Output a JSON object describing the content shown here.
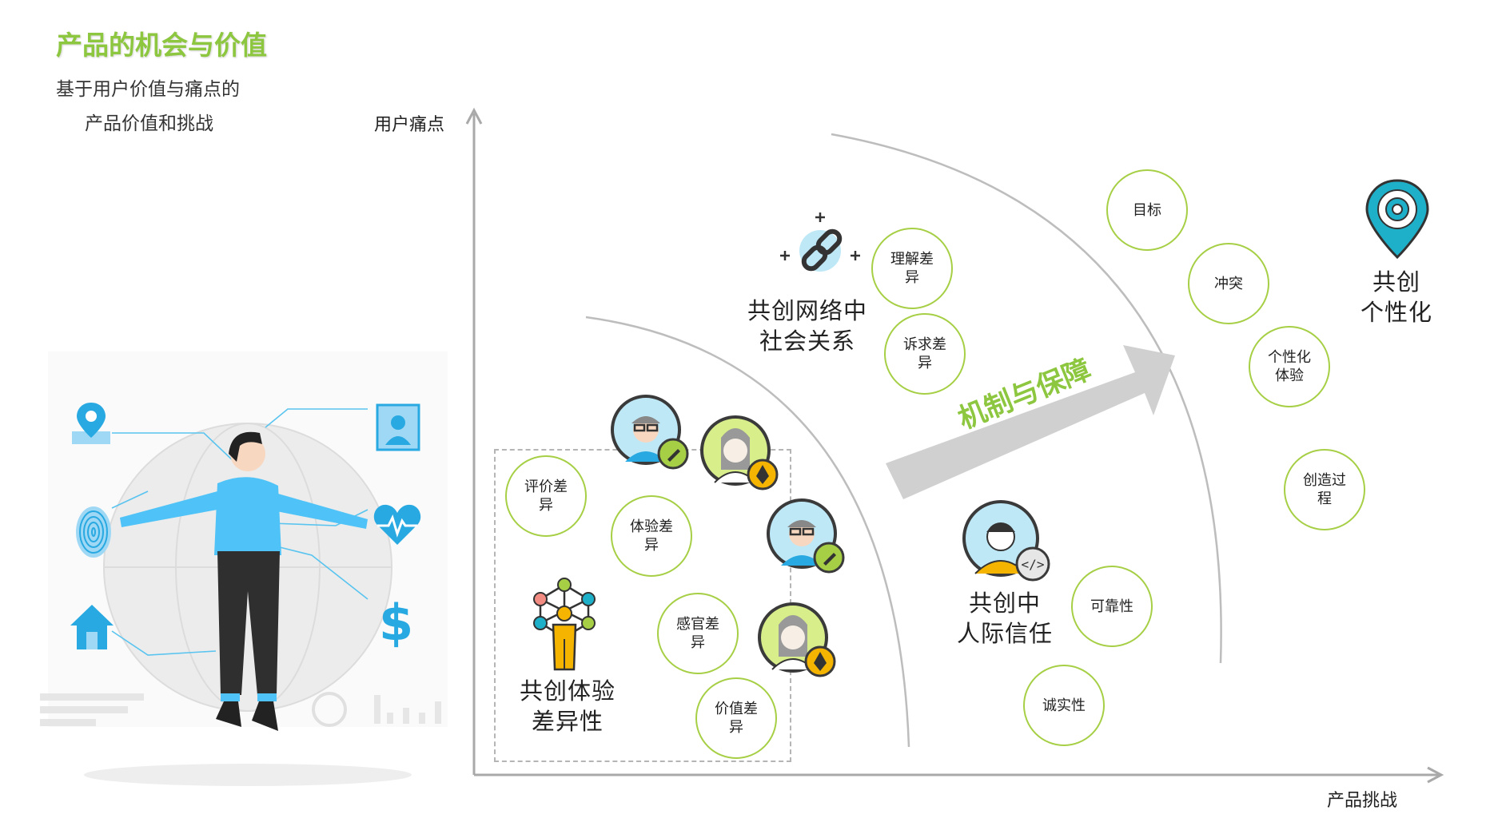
{
  "header": {
    "title": "产品的机会与价值",
    "subtitle_line1": "基于用户价值与痛点的",
    "subtitle_line2": "产品价值和挑战"
  },
  "axes": {
    "y_label": "用户痛点",
    "x_label": "产品挑战"
  },
  "arrow_label": "机制与保障",
  "groups": {
    "experience": {
      "title": "共创体验\n差异性",
      "bubbles": [
        "评价差异",
        "体验差异",
        "感官差异",
        "价值差异"
      ]
    },
    "social": {
      "title": "共创网络中\n社会关系",
      "bubbles": [
        "理解差异",
        "诉求差异"
      ]
    },
    "trust": {
      "title": "共创中\n人际信任",
      "bubbles": [
        "可靠性",
        "诚实性"
      ]
    },
    "personal": {
      "title": "共创\n个性化",
      "bubbles": [
        "目标",
        "冲突",
        "个性化体验",
        "创造过程"
      ]
    }
  },
  "colors": {
    "accent_green": "#8dc63f",
    "bubble_border": "#a6cf45",
    "arrow_gray": "#d0d0d0",
    "illustration_blue": "#4fc3f7",
    "icon_teal": "#1fb0c9",
    "icon_yellow": "#f5b400"
  },
  "icons": [
    "location-pin-icon",
    "portrait-icon",
    "fingerprint-icon",
    "heart-rate-icon",
    "house-icon",
    "dollar-icon",
    "chain-link-icon",
    "network-person-icon",
    "developer-avatar-icon",
    "gear-pin-icon",
    "reviewer-avatar-icon",
    "designer-avatar-icon"
  ]
}
